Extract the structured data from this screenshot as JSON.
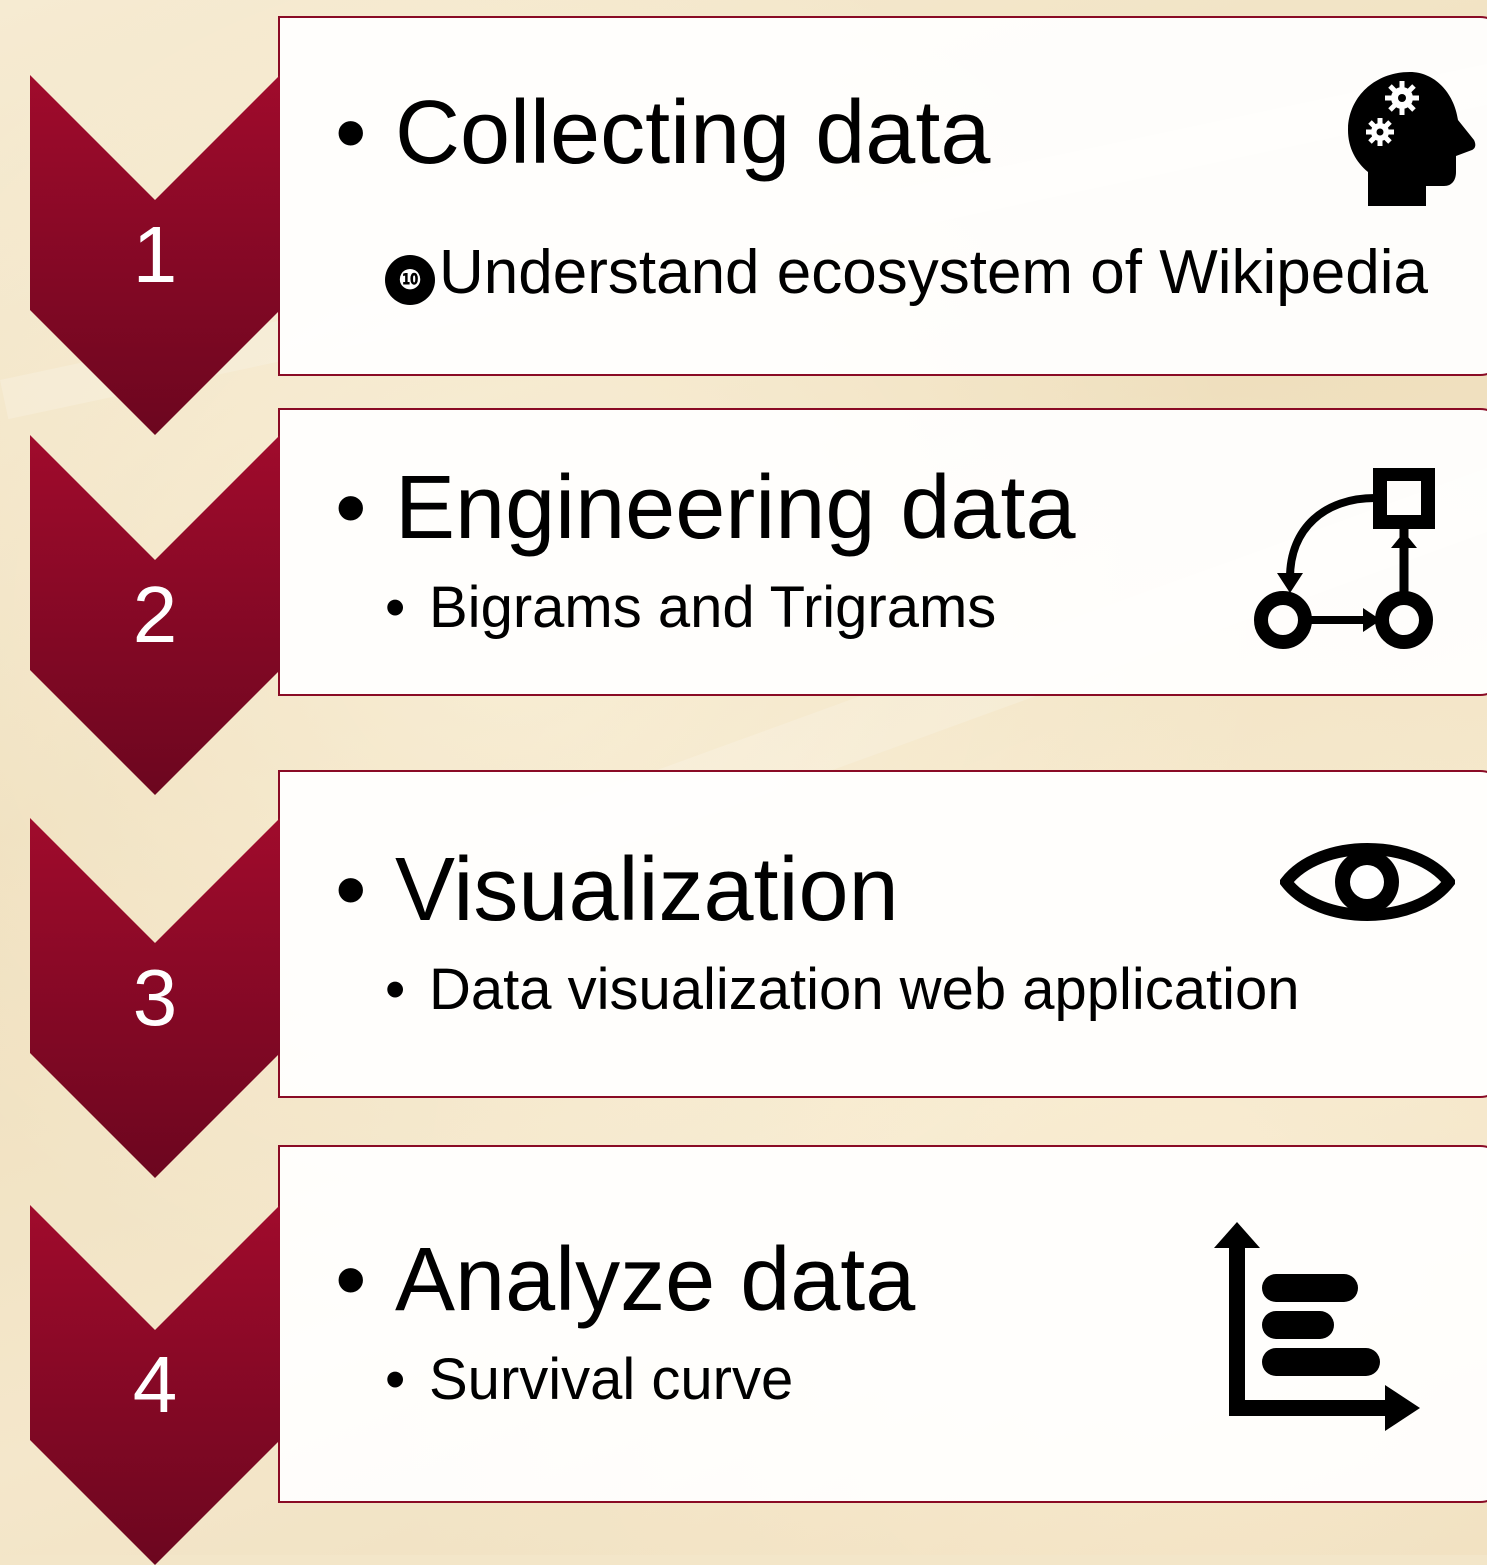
{
  "steps": [
    {
      "number": "1",
      "title": "Collecting data",
      "subtitle": "Understand ecosystem of Wikipedia",
      "subtitle_marker": "❿",
      "icon": "head-gears-icon"
    },
    {
      "number": "2",
      "title": "Engineering data",
      "subtitle": "Bigrams and Trigrams",
      "icon": "workflow-diagram-icon"
    },
    {
      "number": "3",
      "title": "Visualization",
      "subtitle": "Data visualization web application",
      "icon": "eye-icon"
    },
    {
      "number": "4",
      "title": "Analyze data",
      "subtitle": "Survival curve",
      "icon": "bar-chart-icon"
    }
  ],
  "colors": {
    "chevron_top": "#9e0a2a",
    "chevron_bottom": "#6e0620",
    "card_border": "#8a0b25",
    "background": "#f3e6c9"
  }
}
